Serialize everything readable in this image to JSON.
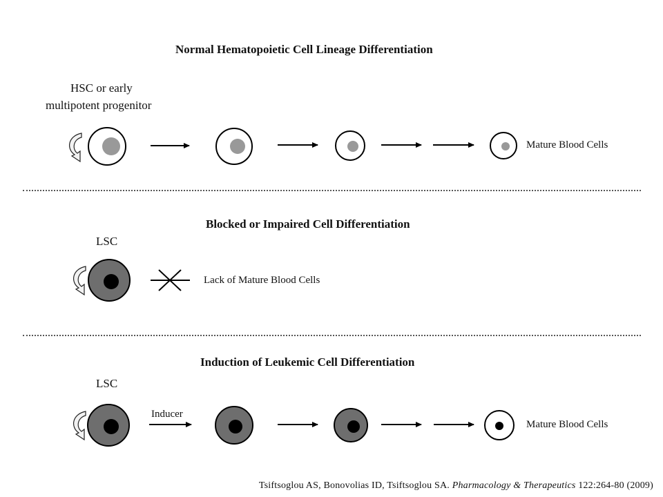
{
  "section_normal": {
    "title": "Normal Hematopoietic Cell Lineage Differentiation",
    "start_label_line1": "HSC or early",
    "start_label_line2": "multipotent progenitor",
    "end_label": "Mature Blood Cells"
  },
  "section_blocked": {
    "title": "Blocked or Impaired Cell Differentiation",
    "start_label": "LSC",
    "end_label": "Lack of Mature Blood Cells"
  },
  "section_induction": {
    "title": "Induction of Leukemic Cell Differentiation",
    "start_label": "LSC",
    "arrow_label": "Inducer",
    "end_label": "Mature Blood Cells"
  },
  "citation": {
    "authors": "Tsiftsoglou AS, Bonovolias ID, Tsiftsoglou SA.",
    "journal": "Pharmacology & Therapeutics",
    "details": "122:264-80 (2009)"
  },
  "colors": {
    "normal_nucleus": "#999999",
    "leukemic_cytoplasm": "#6e6e6e",
    "leukemic_nucleus": "#000000",
    "outline": "#000000"
  }
}
